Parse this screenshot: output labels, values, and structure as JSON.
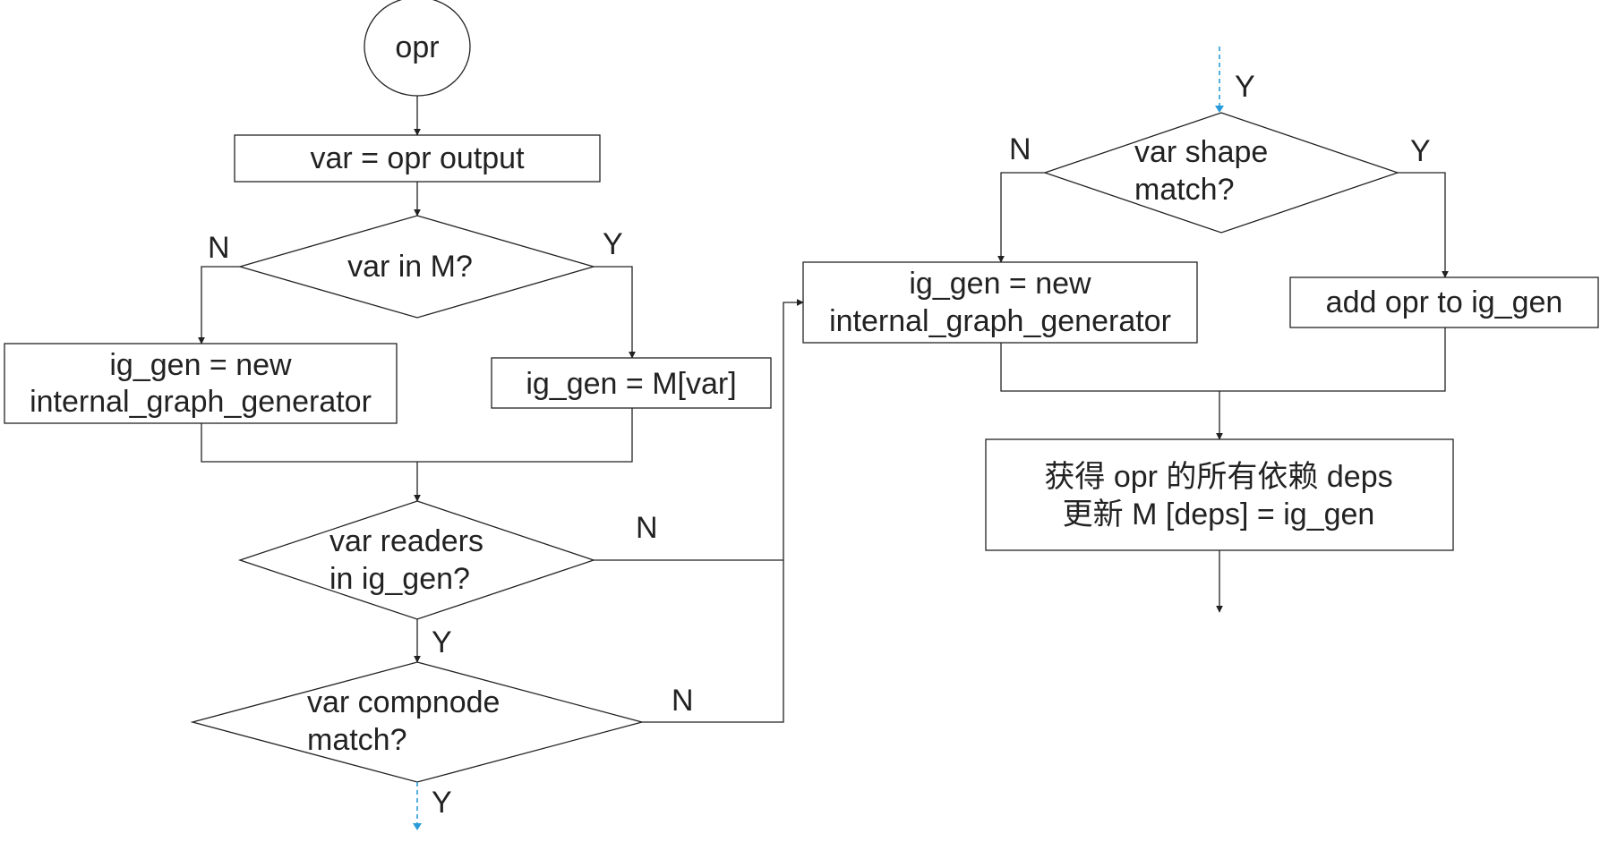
{
  "flowchart": {
    "start": "opr",
    "assign_var": "var =  opr output",
    "var_in_m": "var in M?",
    "new_gen_left": [
      "ig_gen = new",
      "internal_graph_generator"
    ],
    "lookup": "ig_gen = M[var]",
    "readers_check": [
      "var readers",
      "in ig_gen?"
    ],
    "compnode_check": [
      "var compnode",
      "match?"
    ],
    "shape_check": [
      "var shape",
      "match?"
    ],
    "new_gen_right": [
      "ig_gen = new",
      "internal_graph_generator"
    ],
    "add_opr": "add opr to ig_gen",
    "update_deps": [
      "获得 opr 的所有依赖 deps",
      "更新 M [deps] = ig_gen"
    ],
    "labels": {
      "var_in_m_no": "N",
      "var_in_m_yes": "Y",
      "readers_no": "N",
      "readers_yes": "Y",
      "compnode_no": "N",
      "compnode_yes": "Y",
      "continue_yes": "Y",
      "shape_no": "N",
      "shape_yes": "Y"
    }
  },
  "colors": {
    "stroke": "#222222",
    "continuation": "#2a9bd8",
    "background": "#ffffff"
  }
}
